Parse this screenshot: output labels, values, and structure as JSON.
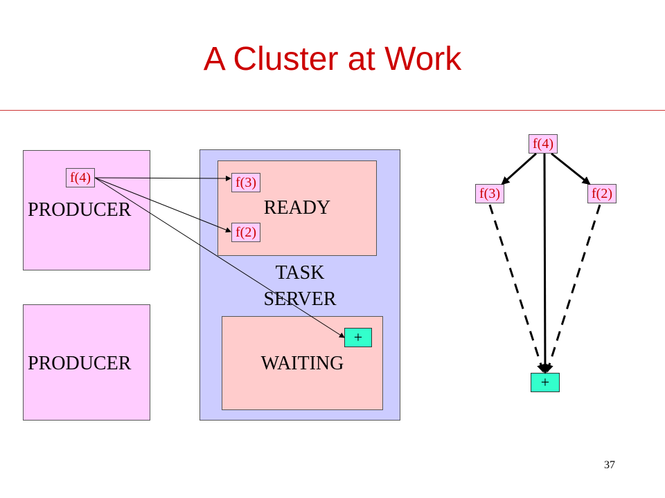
{
  "slide": {
    "title": "A Cluster at Work",
    "page_number": "37"
  },
  "cluster": {
    "producer_top": {
      "label": "PRODUCER",
      "task": "f(4)"
    },
    "producer_bottom": {
      "label": "PRODUCER"
    },
    "task_server": {
      "label_line1": "TASK",
      "label_line2": "SERVER",
      "ready": {
        "label": "READY",
        "tasks": [
          "f(3)",
          "f(2)"
        ]
      },
      "waiting": {
        "label": "WAITING",
        "tasks": [
          "+"
        ]
      }
    }
  },
  "task_graph": {
    "nodes": {
      "root": "f(4)",
      "left": "f(3)",
      "right": "f(2)",
      "join": "+"
    }
  },
  "colors": {
    "title": "#cc0000",
    "producer": "#ffccff",
    "server": "#ccccff",
    "queue": "#ffcccc",
    "task_text": "#cc0000",
    "join_node": "#33ffcc"
  }
}
